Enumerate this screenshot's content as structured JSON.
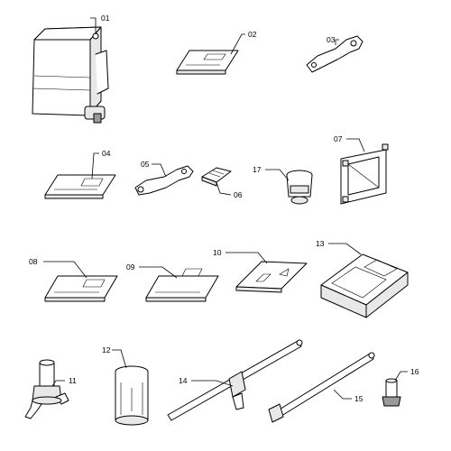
{
  "diagram": {
    "parts": [
      {
        "number": "01",
        "icon": "fluid-container-icon"
      },
      {
        "number": "02",
        "icon": "manual-booklet-icon"
      },
      {
        "number": "03",
        "icon": "hook-wrench-icon"
      },
      {
        "number": "04",
        "icon": "manual-booklet-icon"
      },
      {
        "number": "05",
        "icon": "flat-spanner-icon"
      },
      {
        "number": "06",
        "icon": "connector-clip-icon"
      },
      {
        "number": "07",
        "icon": "frame-bracket-icon"
      },
      {
        "number": "08",
        "icon": "manual-booklet-icon"
      },
      {
        "number": "09",
        "icon": "manual-booklet-icon"
      },
      {
        "number": "10",
        "icon": "manual-booklet-icon"
      },
      {
        "number": "11",
        "icon": "faucet-adapter-icon"
      },
      {
        "number": "12",
        "icon": "canister-icon"
      },
      {
        "number": "13",
        "icon": "storage-case-icon"
      },
      {
        "number": "14",
        "icon": "t-handle-wrench-icon"
      },
      {
        "number": "15",
        "icon": "extension-bar-icon"
      },
      {
        "number": "16",
        "icon": "valve-fitting-icon"
      },
      {
        "number": "17",
        "icon": "socket-adapter-icon"
      }
    ]
  }
}
